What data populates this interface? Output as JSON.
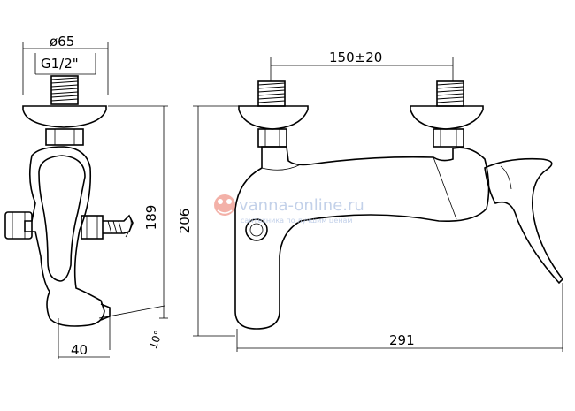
{
  "dimensions": {
    "flange_diameter": "ø65",
    "thread": "G1/2\"",
    "center_distance": "150±20",
    "side_height": "189",
    "front_height": "206",
    "spout_length": "291",
    "spout_offset": "40",
    "spout_angle": "10°"
  },
  "watermark": {
    "title": "vanna-online.ru",
    "subtitle": "сантехника по лучшим ценам"
  },
  "colors": {
    "line": "#000000",
    "watermark": "#b9c9e6"
  }
}
